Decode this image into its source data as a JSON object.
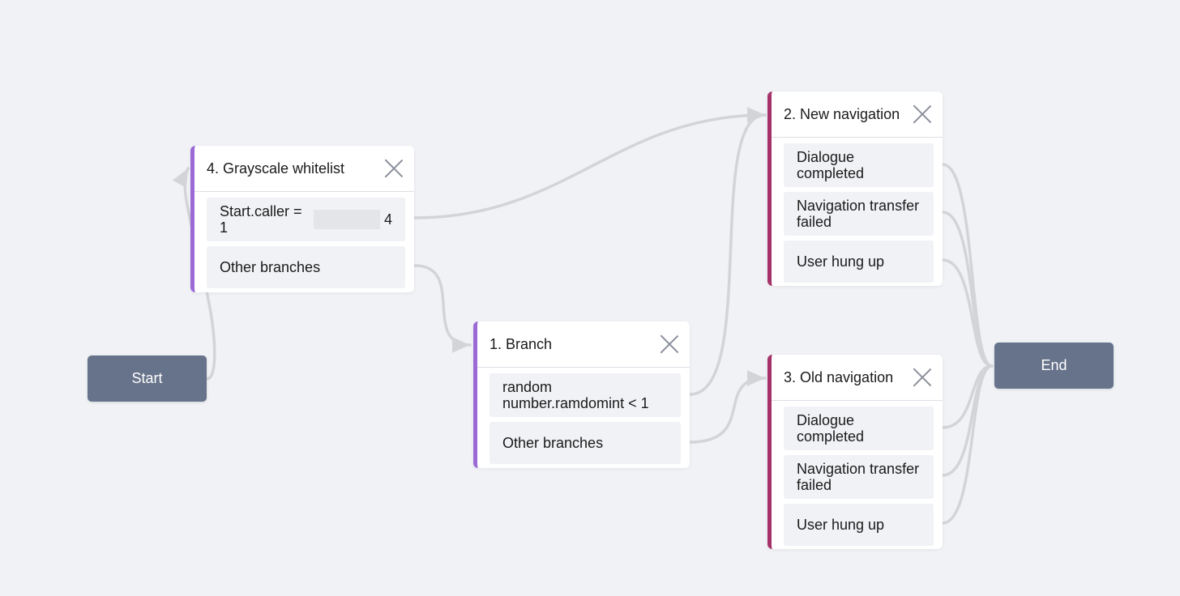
{
  "start": {
    "label": "Start"
  },
  "end": {
    "label": "End"
  },
  "nodes": {
    "grayscale": {
      "title": "4. Grayscale whitelist",
      "condition_prefix": "Start.caller = 1",
      "condition_suffix": "4",
      "other": "Other branches"
    },
    "branch": {
      "title": "1. Branch",
      "condition": "random number.ramdomint < 1",
      "other": "Other branches"
    },
    "new_nav": {
      "title": "2. New navigation",
      "outcomes": [
        "Dialogue completed",
        "Navigation transfer failed",
        "User hung up"
      ]
    },
    "old_nav": {
      "title": "3. Old navigation",
      "outcomes": [
        "Dialogue completed",
        "Navigation transfer failed",
        "User hung up"
      ]
    }
  },
  "colors": {
    "background": "#f0f2f5",
    "terminal": "#66738a",
    "accent_purple": "#9b6ad6",
    "accent_maroon": "#a5336a",
    "edge": "#d3d4d7"
  }
}
